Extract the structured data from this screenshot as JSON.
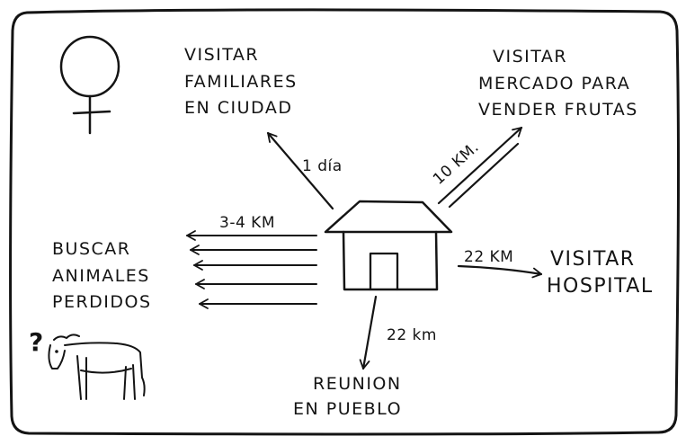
{
  "center": {
    "icon": "house-icon"
  },
  "destinations": {
    "familiares": {
      "lines": [
        "VISITAR",
        "FAMILIARES",
        "EN CIUDAD"
      ],
      "distance": "1 día",
      "icon": "female-symbol-icon"
    },
    "mercado": {
      "lines": [
        "VISITAR",
        "MERCADO PARA",
        "VENDER FRUTAS"
      ],
      "distance": "10 KM."
    },
    "animales": {
      "lines": [
        "BUSCAR",
        "ANIMALES",
        "PERDIDOS"
      ],
      "distance": "3-4 KM",
      "icon": "cow-icon",
      "question": "?"
    },
    "hospital": {
      "lines": [
        "VISITAR",
        "HOSPITAL"
      ],
      "distance": "22 KM"
    },
    "reunion": {
      "lines": [
        "REUNION",
        "EN PUEBLO"
      ],
      "distance": "22 km"
    }
  }
}
